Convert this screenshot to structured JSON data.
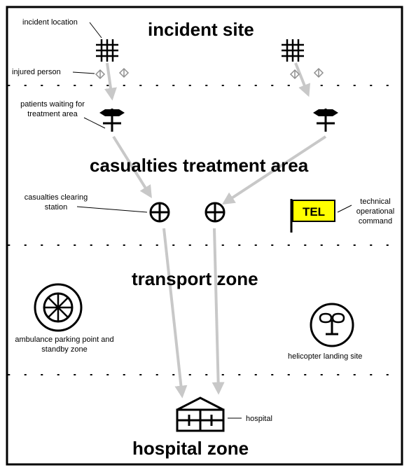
{
  "zones": {
    "incident_site": "incident site",
    "treatment_area": "casualties treatment area",
    "transport_zone": "transport zone",
    "hospital_zone": "hospital zone"
  },
  "labels": {
    "incident_location": "incident location",
    "injured_person": "injured person",
    "patients_waiting": "patients waiting for treatment area",
    "clearing_station": "casualties clearing station",
    "tel_command": "technical operational command",
    "ambulance_point": "ambulance parking point and standby zone",
    "helicopter_site": "helicopter landing site",
    "hospital": "hospital"
  },
  "tel_sign_text": "TEL",
  "colors": {
    "arrow": "#c8c8c8",
    "tel_flag": "#ffff00",
    "injured_marker": "#909090",
    "border": "#000000"
  },
  "icons": [
    "incident-location-icon",
    "injured-person-icon",
    "patients-waiting-icon",
    "clearing-station-icon",
    "tel-flag-icon",
    "ambulance-parking-icon",
    "helicopter-landing-icon",
    "hospital-icon"
  ]
}
